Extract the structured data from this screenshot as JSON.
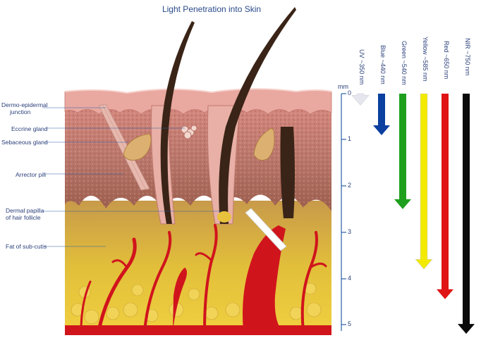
{
  "title": "Light Penetration into Skin",
  "labels": {
    "dermo_epidermal_1": "Dermo-epidermal",
    "dermo_epidermal_2": "junction",
    "eccrine": "Eccrine gland",
    "sebaceous": "Sebaceous gland",
    "arrector": "Arrector pili",
    "papilla_1": "Dermal papilla",
    "papilla_2": "of hair follicle",
    "fat": "Fat of sub-cutis"
  },
  "depth_scale": {
    "unit": "mm",
    "ticks": [
      "0",
      "1",
      "2",
      "3",
      "4",
      "5"
    ]
  },
  "wavelengths": [
    {
      "label": "UV ~350 nm",
      "color": "#e6e6ee",
      "depth_mm": 0.25
    },
    {
      "label": "Blue ~440 nm",
      "color": "#0b3fa0",
      "depth_mm": 0.9
    },
    {
      "label": "Green ~540 nm",
      "color": "#1ea01e",
      "depth_mm": 2.5
    },
    {
      "label": "Yellow ~585 nm",
      "color": "#f2ea00",
      "depth_mm": 3.8
    },
    {
      "label": "Red ~650 nm",
      "color": "#e01414",
      "depth_mm": 4.45
    },
    {
      "label": "NIR ~750 nm",
      "color": "#0a0a0a",
      "depth_mm": 5.2
    }
  ],
  "colors": {
    "epidermis": "#e7a59d",
    "dermis": "#c77a6e",
    "fat": "#e8c23c",
    "blood": "#d0141c",
    "hair": "#3a2417",
    "scale": "#2a5fa8"
  }
}
